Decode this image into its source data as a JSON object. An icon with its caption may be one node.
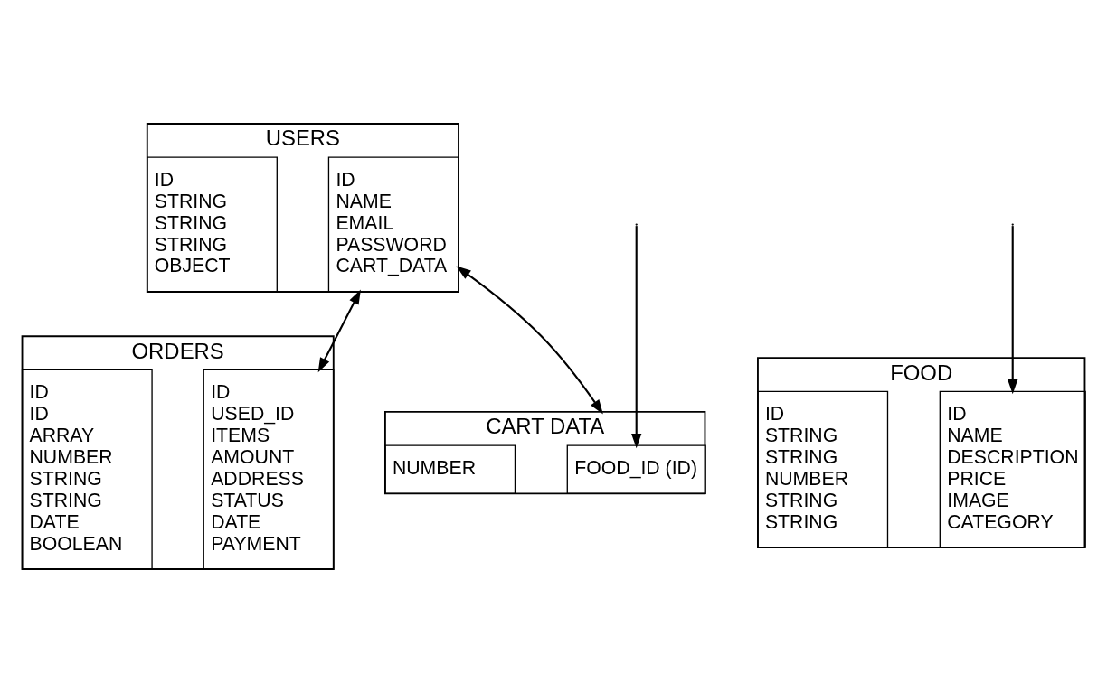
{
  "diagram": {
    "nodes": [
      {
        "text": [
          "USERS"
        ]
      },
      {
        "text": [
          "ID",
          "NAME",
          "EMAIL",
          "PASSWORD",
          "CART_DATA"
        ],
        "in": 0
      },
      {
        "text": [
          "ID",
          "STRING",
          "STRING",
          "STRING",
          "OBJECT"
        ],
        "in": 0
      },
      {
        "text": [
          "FOOD"
        ]
      },
      {
        "text": [
          "ID",
          "NAME",
          "DESCRIPTION",
          "PRICE",
          "IMAGE",
          "CATEGORY"
        ],
        "in": 3
      },
      {
        "text": [
          "ID",
          "STRING",
          "STRING",
          "NUMBER",
          "STRING",
          "STRING"
        ],
        "in": 3
      },
      {
        "text": [
          "ORDERS"
        ]
      },
      {
        "text": [
          "ID",
          "USED_ID",
          "ITEMS",
          "AMOUNT",
          "ADDRESS",
          "STATUS",
          "DATE",
          "PAYMENT"
        ],
        "in": 6
      },
      {
        "text": [
          "ID",
          "ID",
          "ARRAY",
          "NUMBER",
          "STRING",
          "STRING",
          "DATE",
          "BOOLEAN"
        ],
        "in": 6
      },
      {
        "text": [
          "CART DATA"
        ]
      },
      {
        "text": [
          "FOOD_ID (ID)"
        ],
        "in": 9
      },
      {
        "text": [
          "NUMBER"
        ],
        "in": 9
      }
    ],
    "edges": [
      {
        "from": 1,
        "to": 7,
        "arrow": "both"
      },
      {
        "from": 1,
        "to": 9,
        "arrow": "both"
      },
      {
        "from": null,
        "to": 4,
        "arrow": "to"
      },
      {
        "from": null,
        "to": 10,
        "arrow": "to"
      }
    ]
  }
}
